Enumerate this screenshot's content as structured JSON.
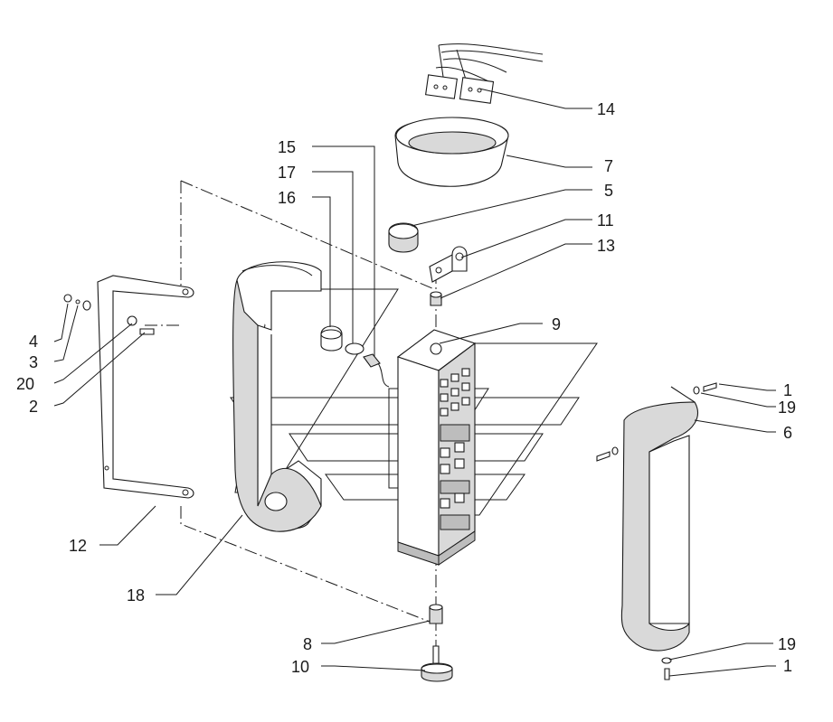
{
  "callouts": {
    "c1a": "1",
    "c1b": "1",
    "c2": "2",
    "c3": "3",
    "c4": "4",
    "c5": "5",
    "c6": "6",
    "c7": "7",
    "c8": "8",
    "c9": "9",
    "c10": "10",
    "c11": "11",
    "c12": "12",
    "c13": "13",
    "c14": "14",
    "c15": "15",
    "c16": "16",
    "c17": "17",
    "c18": "18",
    "c19a": "19",
    "c19b": "19",
    "c20": "20"
  }
}
